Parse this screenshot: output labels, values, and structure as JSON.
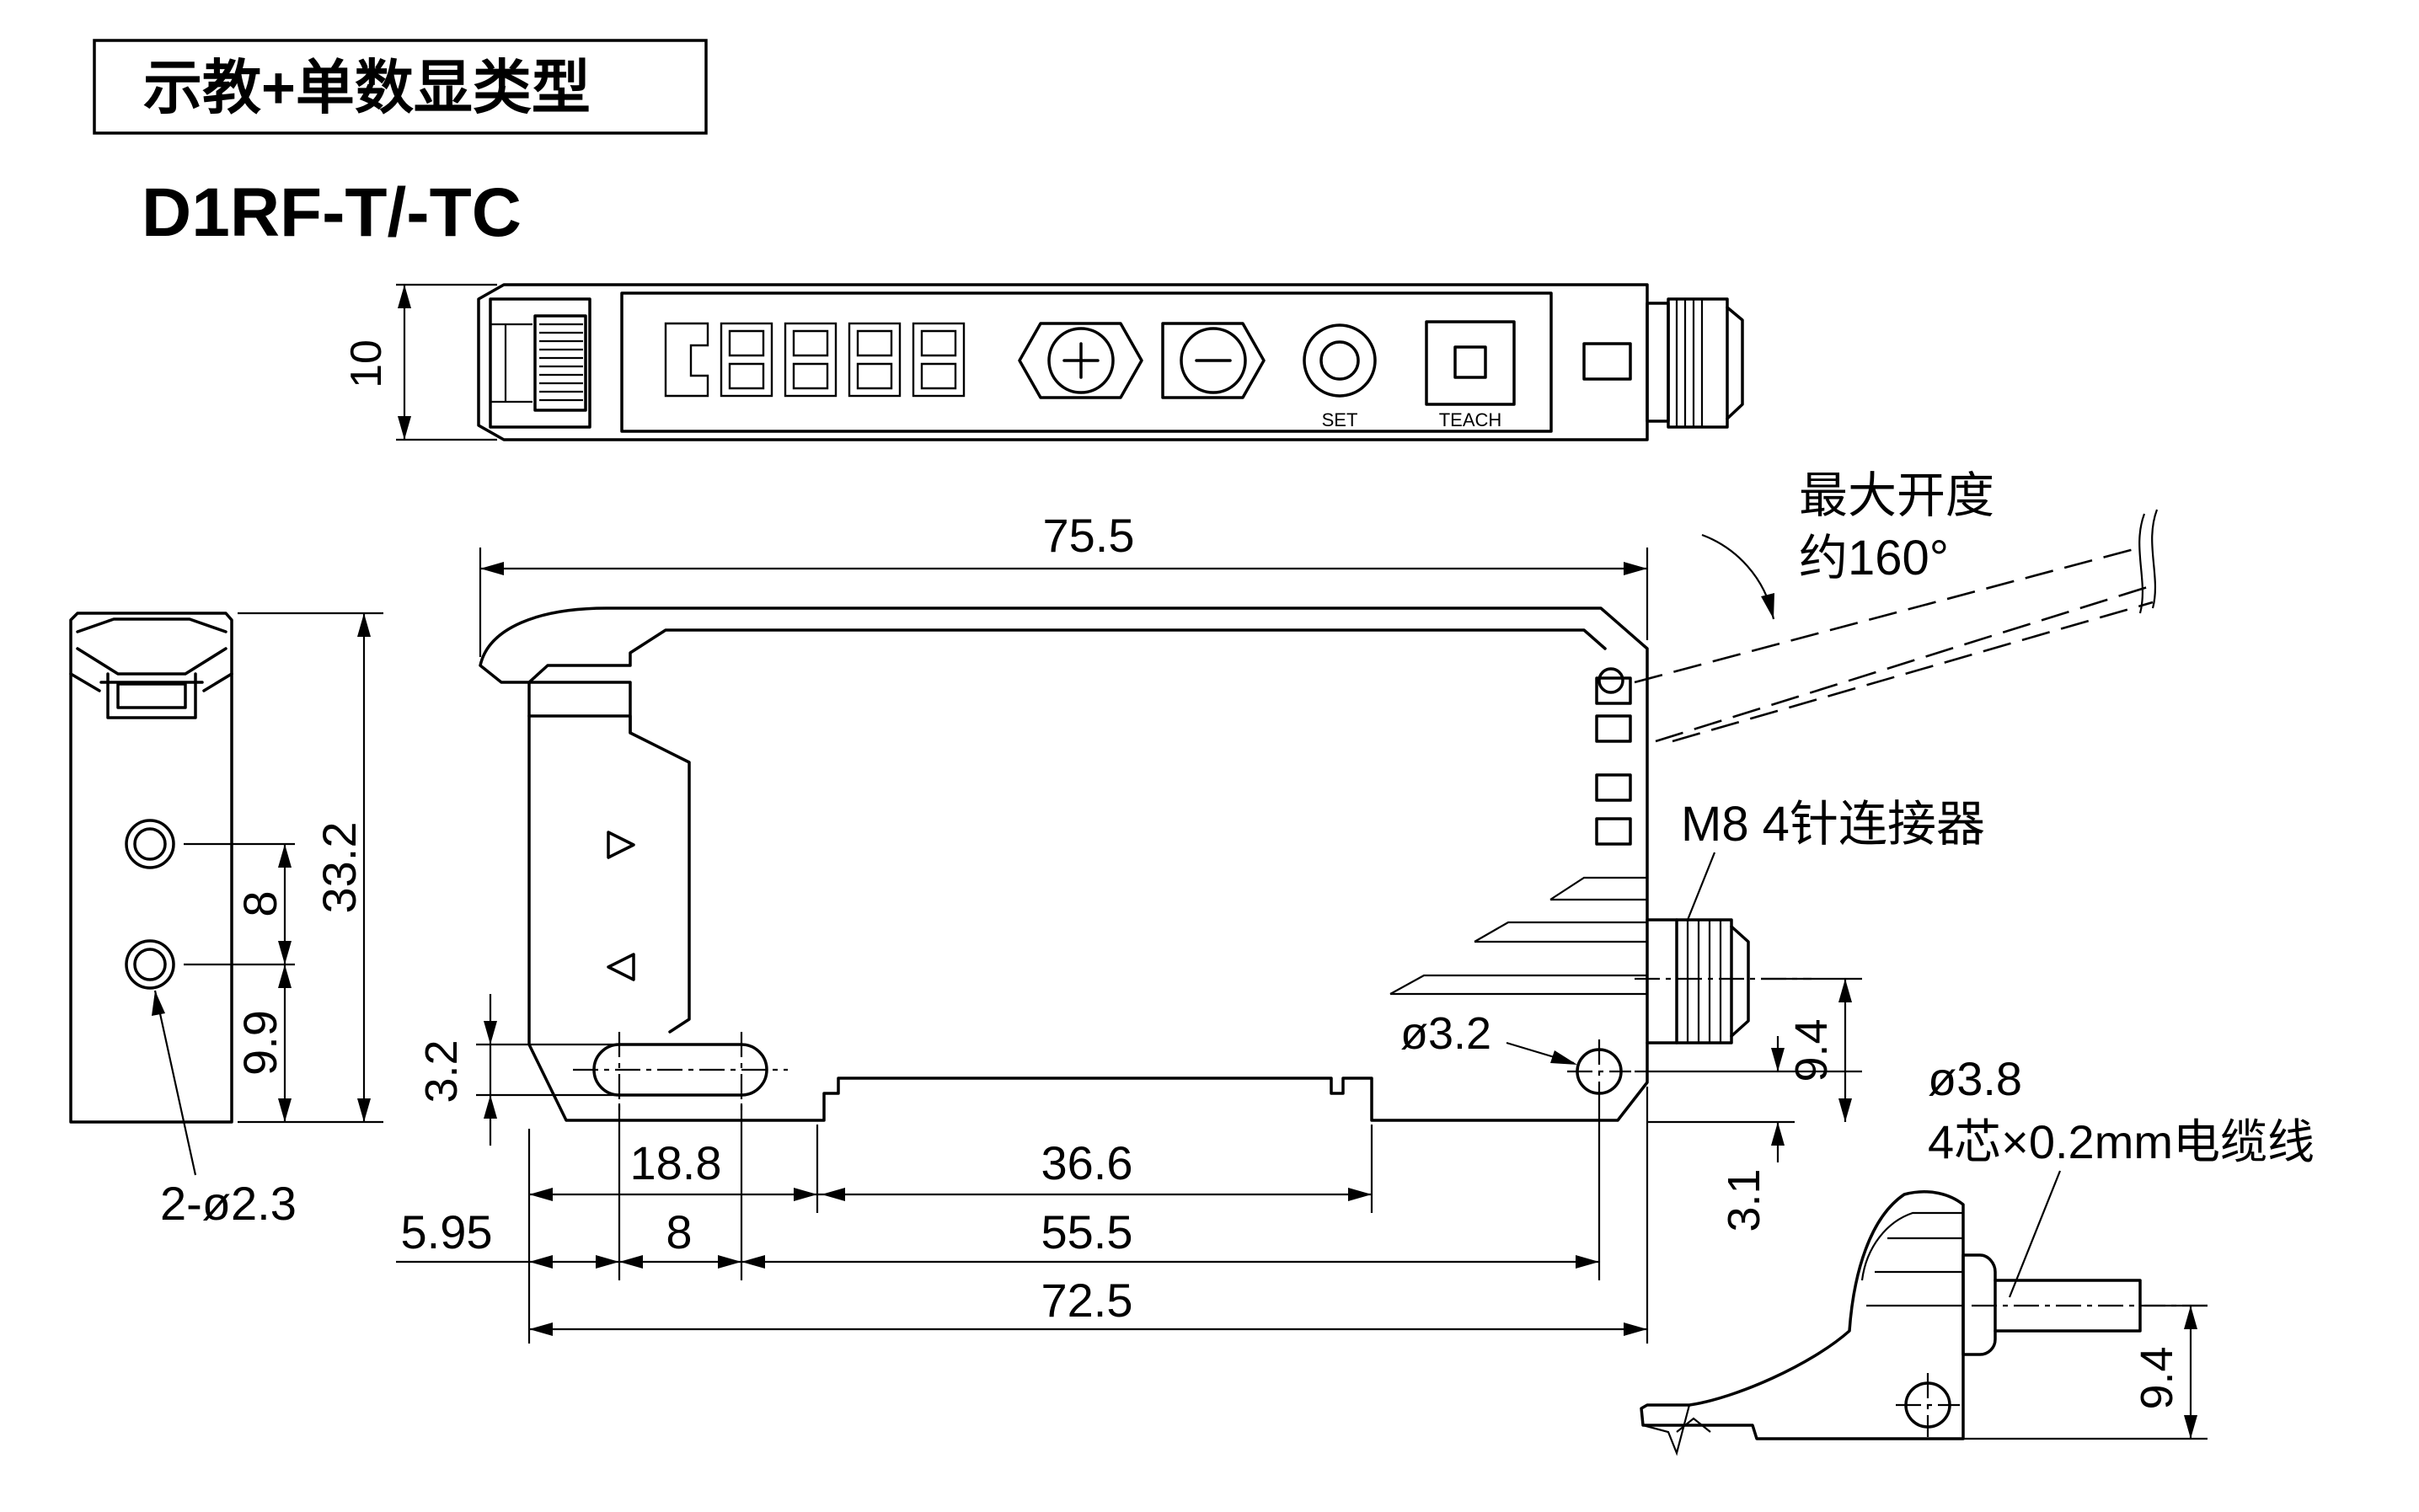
{
  "header": {
    "series_title": "示教+单数显类型",
    "model": "D1RF-T/-TC"
  },
  "top_view": {
    "height_dim": "10",
    "button_set_label": "SET",
    "button_teach_label": "TEACH"
  },
  "side_view": {
    "height_dim": "33.2",
    "hole_pitch_dim": "8",
    "hole_bottom_dim": "9.9",
    "holes_callout": "2-ø2.3"
  },
  "front_view": {
    "overall_top_dim": "75.5",
    "slot_height_dim": "3.2",
    "dim_18_8": "18.8",
    "dim_36_6": "36.6",
    "dim_5_95": "5.95",
    "dim_8": "8",
    "dim_55_5": "55.5",
    "dim_72_5": "72.5",
    "hole_callout": "ø3.2",
    "connector_height_dim": "9.4",
    "hole_bottom_dim": "3.1",
    "lid_open_line1": "最大开度",
    "lid_open_line2": "约160°",
    "connector_label": "M8 4针连接器"
  },
  "cable_view": {
    "cable_line1": "ø3.8",
    "cable_line2": "4芯×0.2mm电缆线",
    "cable_height_dim": "9.4"
  }
}
